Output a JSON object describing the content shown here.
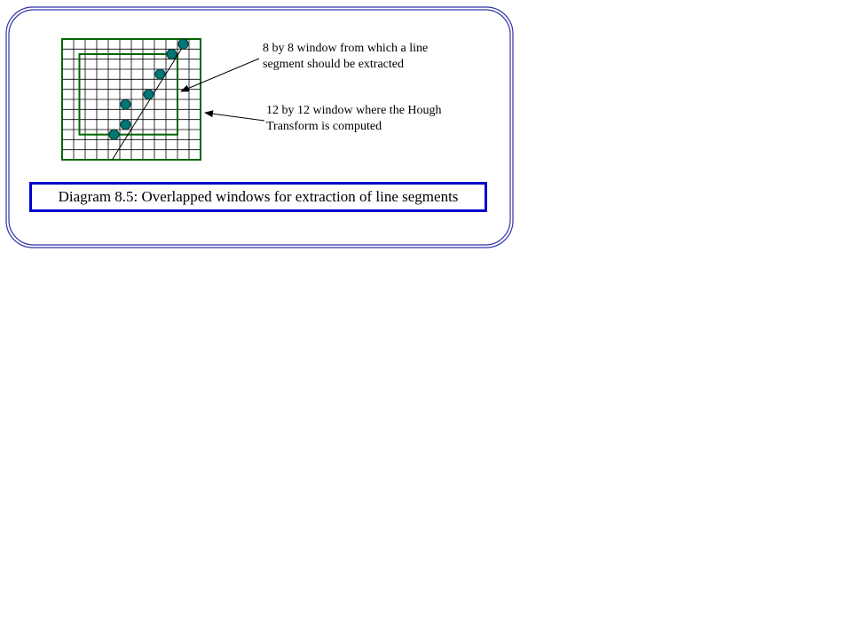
{
  "annotations": {
    "window_8": {
      "line1": "8 by 8 window from which a line",
      "line2": "segment should be extracted"
    },
    "window_12": {
      "line1": "12 by 12 window where the Hough",
      "line2": "Transform is computed"
    }
  },
  "caption": "Diagram 8.5: Overlapped windows for extraction of line segments",
  "grid": {
    "outer_cells": 12,
    "inner_cells": 8,
    "window_color": "#006600",
    "grid_line_color": "#000000"
  },
  "points": [
    {
      "col": 10.5,
      "row": 0.5
    },
    {
      "col": 9.5,
      "row": 1.5
    },
    {
      "col": 8.5,
      "row": 3.5
    },
    {
      "col": 7.5,
      "row": 5.5
    },
    {
      "col": 5.5,
      "row": 6.5
    },
    {
      "col": 5.5,
      "row": 8.5
    },
    {
      "col": 4.5,
      "row": 9.5
    }
  ],
  "colors": {
    "frame_border": "#3333aa",
    "caption_border": "#0000cc",
    "point_fill": "#007777",
    "point_stroke": "#003333"
  }
}
